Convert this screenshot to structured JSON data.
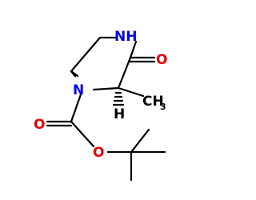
{
  "diagram": {
    "type": "chemical-structure",
    "atoms": {
      "nh": "NH",
      "n1": "N",
      "o_ketone": "O",
      "o_carbonyl": "O",
      "o_ester": "O",
      "methyl": "CH",
      "methyl_sub": "3",
      "stereo_h": "H"
    },
    "colors": {
      "carbon": "#000000",
      "nitrogen": "#0000ee",
      "oxygen": "#e8000b"
    }
  }
}
